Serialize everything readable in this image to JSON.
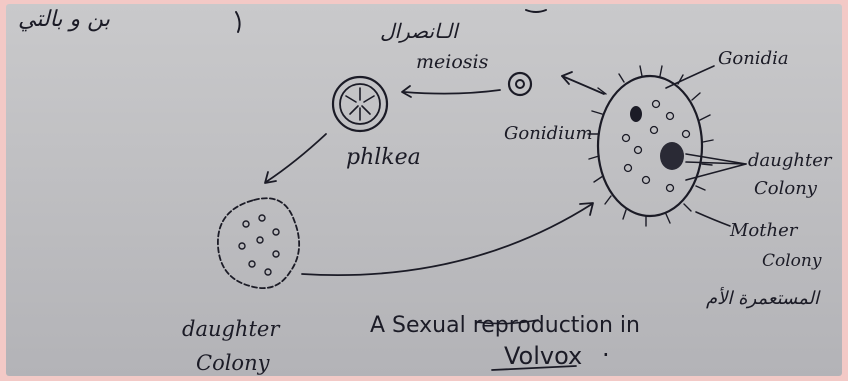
{
  "labels": {
    "arabic_top_left": "ﺑﻦ ﻭ ﺑﺎﻟﺘﻲ",
    "arabic_top_center": "الـاﻧﺼﺮاﻝ",
    "meiosis": "meiosis",
    "gonidia": "Gonidia",
    "phlkea": "phlkea",
    "gonidium": "Gonidium",
    "daughter_colony_right_1": "daughter",
    "daughter_colony_right_2": "Colony",
    "mother_colony_1": "Mother",
    "mother_colony_2": "Colony",
    "arabic_mother": "المستعمرة الأم",
    "daughter_colony_bottom_1": "daughter",
    "daughter_colony_bottom_2": "Colony",
    "caption_line1": "A Sexual reproduction in",
    "caption_line2": "Volvox",
    "caption_dot": "."
  },
  "colors": {
    "ink": "#1b1b26",
    "paper": "#c4c4c7",
    "border": "#f3c9c6"
  }
}
